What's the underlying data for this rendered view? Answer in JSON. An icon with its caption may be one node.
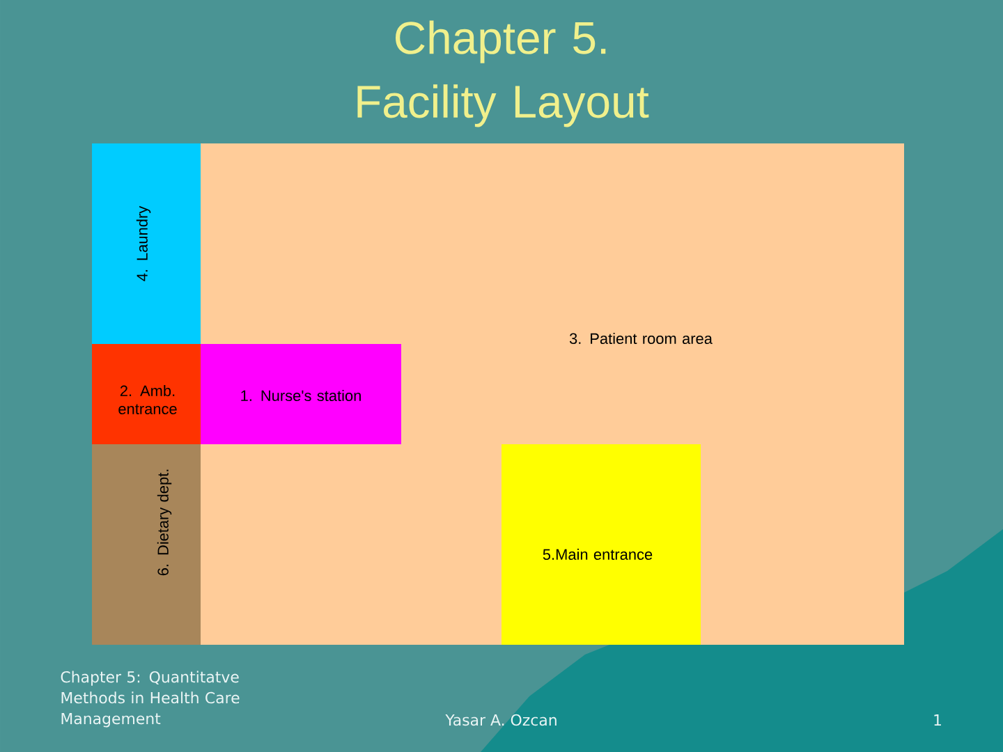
{
  "diagram": {
    "title": "Chapter 5. Facility Layout",
    "nodes": [
      {
        "text": [
          "4. Laundry"
        ]
      },
      {
        "text": [
          "3. Patient room area"
        ]
      },
      {
        "text": [
          "2. Amb. entrance"
        ]
      },
      {
        "text": [
          "1. Nurse's station"
        ],
        "in": 1
      },
      {
        "text": [
          "6. Dietary dept."
        ]
      },
      {
        "text": [
          "5.Main entrance"
        ],
        "in": 1
      }
    ],
    "labels": [
      "Chapter 5: Quantitatve Methods in Health Care Management",
      "Yasar A. Ozcan",
      "1"
    ]
  }
}
